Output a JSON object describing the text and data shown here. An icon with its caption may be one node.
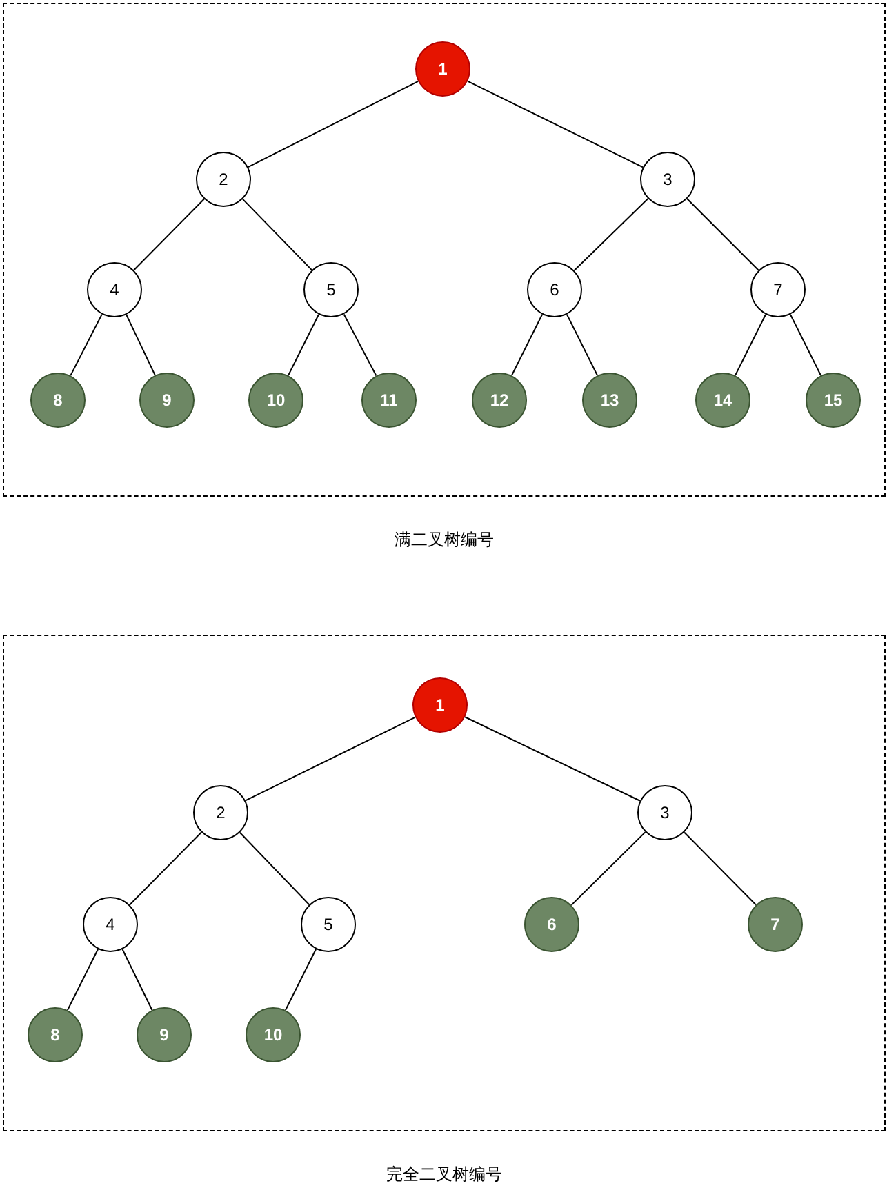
{
  "diagram": {
    "nodes": [
      {
        "text": [],
        "shape": "box"
      },
      {
        "text": [
          "1"
        ],
        "in": 0
      },
      {
        "text": [
          "2"
        ],
        "in": 0
      },
      {
        "text": [
          "3"
        ],
        "in": 0
      },
      {
        "text": [
          "4"
        ],
        "in": 0
      },
      {
        "text": [
          "5"
        ],
        "in": 0
      },
      {
        "text": [
          "6"
        ],
        "in": 0
      },
      {
        "text": [
          "7"
        ],
        "in": 0
      },
      {
        "text": [
          "8"
        ],
        "in": 0
      },
      {
        "text": [
          "9"
        ],
        "in": 0
      },
      {
        "text": [
          "10"
        ],
        "in": 0
      },
      {
        "text": [
          "11"
        ],
        "in": 0
      },
      {
        "text": [
          "12"
        ],
        "in": 0
      },
      {
        "text": [
          "13"
        ],
        "in": 0
      },
      {
        "text": [
          "14"
        ],
        "in": 0
      },
      {
        "text": [
          "15"
        ],
        "in": 0
      },
      {
        "text": [],
        "shape": "box"
      },
      {
        "text": [
          "1"
        ],
        "in": 16
      },
      {
        "text": [
          "2"
        ],
        "in": 16
      },
      {
        "text": [
          "3"
        ],
        "in": 16
      },
      {
        "text": [
          "4"
        ],
        "in": 16
      },
      {
        "text": [
          "5"
        ],
        "in": 16
      },
      {
        "text": [
          "6"
        ],
        "in": 16
      },
      {
        "text": [
          "7"
        ],
        "in": 16
      },
      {
        "text": [
          "8"
        ],
        "in": 16
      },
      {
        "text": [
          "9"
        ],
        "in": 16
      },
      {
        "text": [
          "10"
        ],
        "in": 16
      }
    ],
    "edges": [
      {
        "from": 1,
        "to": 2,
        "arrow": "none"
      },
      {
        "from": 1,
        "to": 3,
        "arrow": "none"
      },
      {
        "from": 2,
        "to": 4,
        "arrow": "none"
      },
      {
        "from": 2,
        "to": 5,
        "arrow": "none"
      },
      {
        "from": 3,
        "to": 6,
        "arrow": "none"
      },
      {
        "from": 3,
        "to": 7,
        "arrow": "none"
      },
      {
        "from": 4,
        "to": 8,
        "arrow": "none"
      },
      {
        "from": 4,
        "to": 9,
        "arrow": "none"
      },
      {
        "from": 5,
        "to": 10,
        "arrow": "none"
      },
      {
        "from": 5,
        "to": 11,
        "arrow": "none"
      },
      {
        "from": 6,
        "to": 12,
        "arrow": "none"
      },
      {
        "from": 6,
        "to": 13,
        "arrow": "none"
      },
      {
        "from": 7,
        "to": 14,
        "arrow": "none"
      },
      {
        "from": 7,
        "to": 15,
        "arrow": "none"
      },
      {
        "from": 17,
        "to": 18,
        "arrow": "none"
      },
      {
        "from": 17,
        "to": 19,
        "arrow": "none"
      },
      {
        "from": 18,
        "to": 20,
        "arrow": "none"
      },
      {
        "from": 18,
        "to": 21,
        "arrow": "none"
      },
      {
        "from": 19,
        "to": 22,
        "arrow": "none"
      },
      {
        "from": 19,
        "to": 23,
        "arrow": "none"
      },
      {
        "from": 20,
        "to": 24,
        "arrow": "none"
      },
      {
        "from": 20,
        "to": 25,
        "arrow": "none"
      },
      {
        "from": 21,
        "to": 26,
        "arrow": "none"
      }
    ],
    "labels": [
      "满二叉树编号",
      "完全二叉树编号"
    ]
  }
}
